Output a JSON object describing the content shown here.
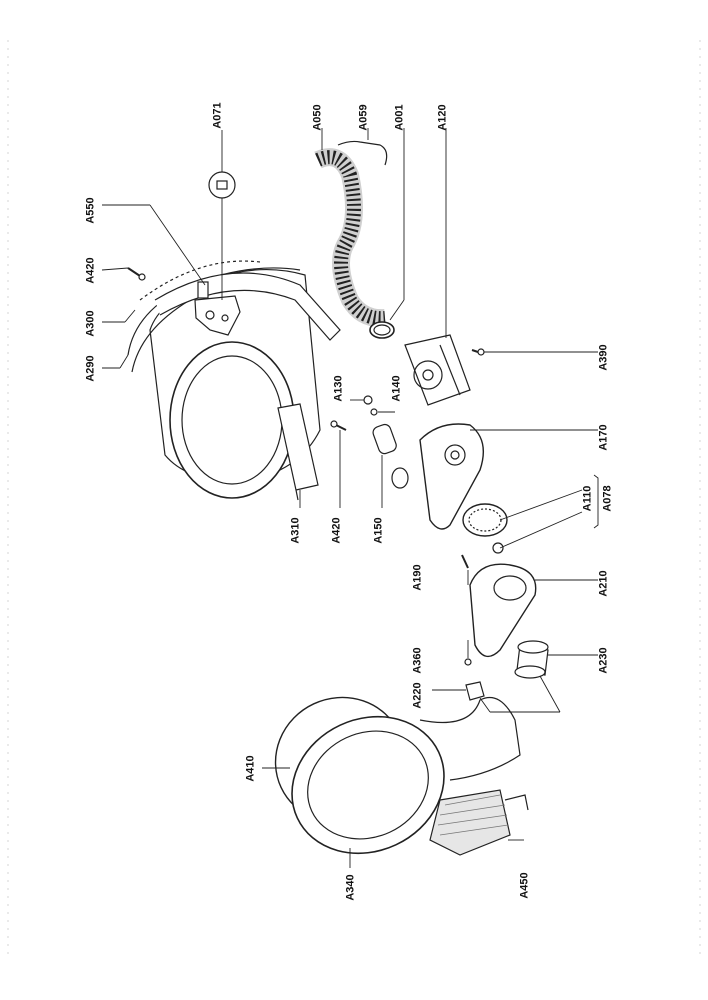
{
  "labels": {
    "A071": "A071",
    "A050": "A050",
    "A059": "A059",
    "A001": "A001",
    "A120": "A120",
    "A550": "A550",
    "A420_top": "A420",
    "A300": "A300",
    "A290": "A290",
    "A310": "A310",
    "A420_mid": "A420",
    "A150": "A150",
    "A130": "A130",
    "A140": "A140",
    "A390": "A390",
    "A170": "A170",
    "A110": "A110",
    "A078": "A078",
    "A190": "A190",
    "A210": "A210",
    "A360": "A360",
    "A220": "A220",
    "A230": "A230",
    "A410": "A410",
    "A340": "A340",
    "A450": "A450"
  }
}
